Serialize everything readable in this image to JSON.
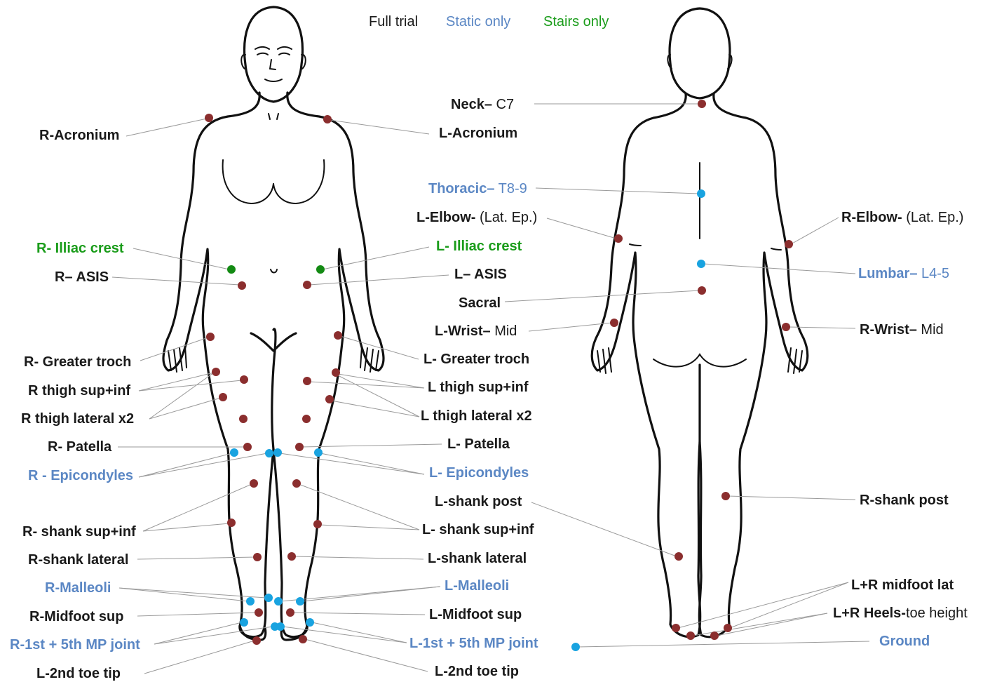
{
  "colors": {
    "full": "#1a1a1a",
    "static": "#5b87c4",
    "stairs": "#1a9c1a",
    "marker_full": "#8b2e2e",
    "marker_static": "#19a3e0",
    "marker_stairs": "#138a13",
    "leader": "#9a9a9a"
  },
  "legend": {
    "full": "Full trial",
    "static": "Static only",
    "stairs": "Stairs only"
  },
  "labels": {
    "r_acronium": "R-Acronium",
    "l_acronium": "L-Acronium",
    "neck": {
      "main": "Neck–",
      "detail": " C7"
    },
    "thoracic": {
      "main": "Thoracic–",
      "detail": " T8-9"
    },
    "l_elbow": {
      "main": "L-Elbow-",
      "detail": " (Lat. Ep.)"
    },
    "r_elbow": {
      "main": "R-Elbow-",
      "detail": " (Lat. Ep.)"
    },
    "r_illiac": "R- Illiac crest",
    "l_illiac": "L- Illiac crest",
    "r_asis": "R– ASIS",
    "l_asis": "L– ASIS",
    "sacral": "Sacral",
    "lumbar": {
      "main": "Lumbar–",
      "detail": " L4-5"
    },
    "l_wrist": {
      "main": "L-Wrist–",
      "detail": " Mid"
    },
    "r_wrist": {
      "main": "R-Wrist–",
      "detail": " Mid"
    },
    "r_greater_troch": "R- Greater troch",
    "l_greater_troch": "L- Greater troch",
    "r_thigh_supinf": "R thigh sup+inf",
    "l_thigh_supinf": "L thigh sup+inf",
    "r_thigh_lateral": "R thigh lateral x2",
    "l_thigh_lateral": "L thigh lateral x2",
    "r_patella": "R- Patella",
    "l_patella": "L- Patella",
    "r_epicondyles": "R - Epicondyles",
    "l_epicondyles": "L- Epicondyles",
    "l_shank_post": "L-shank post",
    "r_shank_post": "R-shank post",
    "r_shank_supinf": "R- shank sup+inf",
    "l_shank_supinf": "L- shank sup+inf",
    "r_shank_lateral": "R-shank lateral",
    "l_shank_lateral": "L-shank lateral",
    "r_malleoli": "R-Malleoli",
    "l_malleoli": "L-Malleoli",
    "lr_midfoot_lat": "L+R midfoot lat",
    "r_midfoot_sup": "R-Midfoot sup",
    "l_midfoot_sup": "L-Midfoot sup",
    "lr_heels": {
      "main": "L+R Heels-",
      "detail": "toe height"
    },
    "r_mp_joint": "R-1st + 5th MP joint",
    "l_mp_joint": "L-1st + 5th MP joint",
    "ground": "Ground",
    "r_toe_tip": "L-2nd toe tip",
    "l_toe_tip": "L-2nd toe tip"
  }
}
